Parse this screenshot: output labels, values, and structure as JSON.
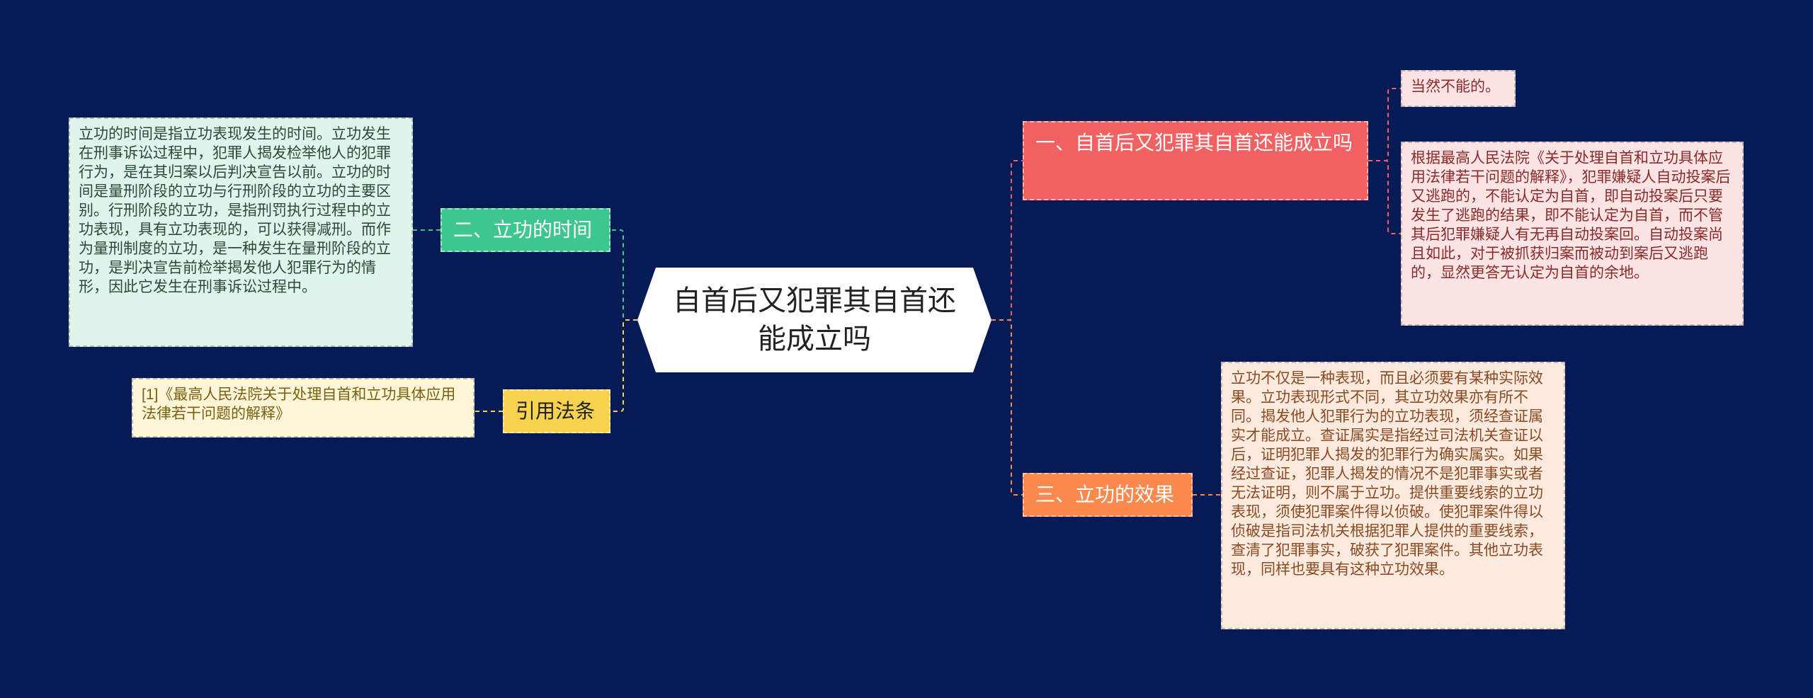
{
  "root": {
    "title": "自首后又犯罪其自首还能成立吗"
  },
  "branches": [
    {
      "label": "一、自首后又犯罪其自首还能成立吗",
      "color": "#f26161"
    },
    {
      "label": "三、立功的效果",
      "color": "#f9894d"
    },
    {
      "label": "二、立功的时间",
      "color": "#3dc68d"
    },
    {
      "label": "引用法条",
      "color": "#f6d24e"
    }
  ],
  "leaves": {
    "b1_1": "当然不能的。",
    "b1_2": "根据最高人民法院《关于处理自首和立功具体应用法律若干问题的解释》，犯罪嫌疑人自动投案后又逃跑的，不能认定为自首，即自动投案后只要发生了逃跑的结果，即不能认定为自首，而不管其后犯罪嫌疑人有无再自动投案回。自动投案尚且如此，对于被抓获归案而被动到案后又逃跑的，显然更答无认定为自首的余地。",
    "b2_1": "立功不仅是一种表现，而且必须要有某种实际效果。立功表现形式不同，其立功效果亦有所不同。揭发他人犯罪行为的立功表现，须经查证属实才能成立。查证属实是指经过司法机关查证以后，证明犯罪人揭发的犯罪行为确实属实。如果经过查证，犯罪人揭发的情况不是犯罪事实或者无法证明，则不属于立功。提供重要线索的立功表现，须使犯罪案件得以侦破。使犯罪案件得以侦破是指司法机关根据犯罪人提供的重要线索，查清了犯罪事实，破获了犯罪案件。其他立功表现，同样也要具有这种立功效果。",
    "b3_1": "立功的时间是指立功表现发生的时间。立功发生在刑事诉讼过程中，犯罪人揭发检举他人的犯罪行为，是在其归案以后判决宣告以前。立功的时间是量刑阶段的立功与行刑阶段的立功的主要区别。行刑阶段的立功，是指刑罚执行过程中的立功表现，具有立功表现的，可以获得减刑。而作为量刑制度的立功，是一种发生在量刑阶段的立功，是判决宣告前检举揭发他人犯罪行为的情形，因此它发生在刑事诉讼过程中。",
    "b4_1": "[1]《最高人民法院关于处理自首和立功具体应用法律若干问题的解释》"
  }
}
